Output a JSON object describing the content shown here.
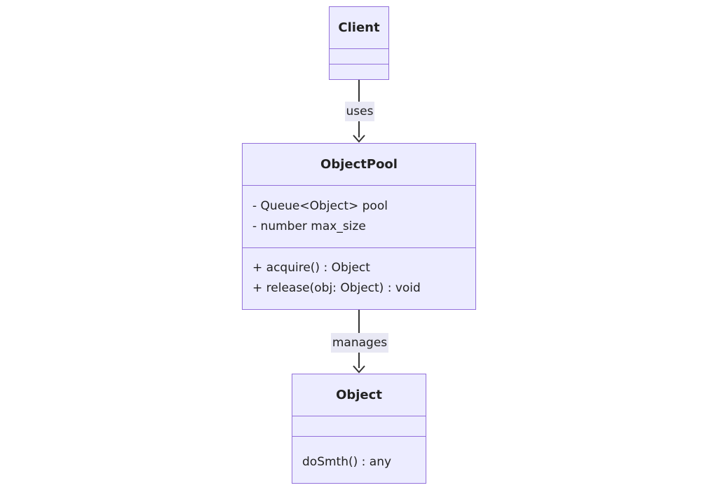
{
  "diagram": {
    "classes": {
      "client": {
        "name": "Client",
        "attributes": [],
        "methods": []
      },
      "objectpool": {
        "name": "ObjectPool",
        "attributes": [
          "- Queue<Object> pool",
          "- number max_size"
        ],
        "methods": [
          "+ acquire() : Object",
          "+ release(obj: Object) : void"
        ]
      },
      "object": {
        "name": "Object",
        "attributes": [],
        "methods": [
          "doSmth() : any"
        ]
      }
    },
    "relations": [
      {
        "from": "Client",
        "to": "ObjectPool",
        "label": "uses"
      },
      {
        "from": "ObjectPool",
        "to": "Object",
        "label": "manages"
      }
    ],
    "colors": {
      "box_fill": "#ECECFF",
      "box_border": "#9370DB",
      "line": "#333333",
      "label_bg": "#E8E8F4"
    }
  }
}
